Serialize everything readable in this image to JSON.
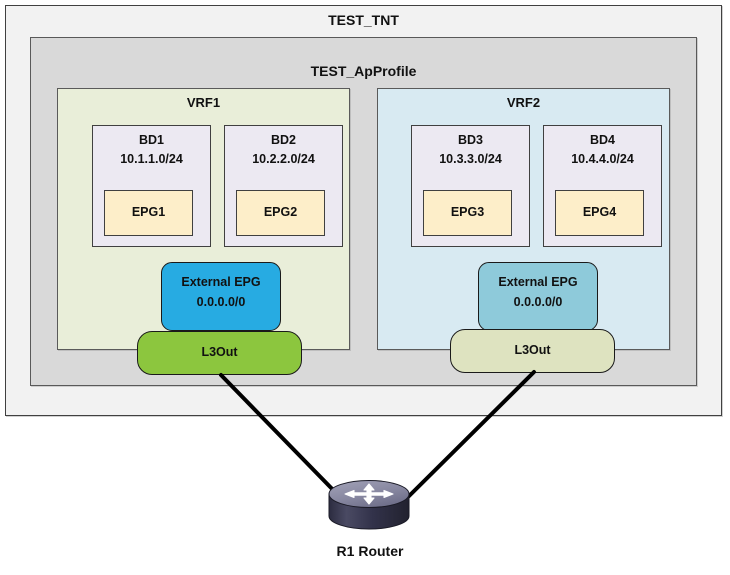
{
  "diagram": {
    "title": "TEST_TNT",
    "tenant": {
      "name": "TEST_TNT"
    },
    "app_profile": {
      "name": "TEST_ApProfile"
    },
    "colors": {
      "tenant_fill": "#f2f2f2",
      "app_profile_fill": "#d9d9d9",
      "vrf1_fill": "#e9eed9",
      "vrf2_fill": "#d8eaf2",
      "bd_fill": "#ece9f2",
      "epg_fill": "#fdeec9",
      "ext_epg1_fill": "#27abe2",
      "ext_epg2_fill": "#8ecada",
      "l3out1_fill": "#8cc63e",
      "l3out2_fill": "#dee3c0",
      "link_stroke": "#000000",
      "router_top": "#8a8aa0",
      "router_body": "#3b3b52"
    },
    "vrfs": [
      {
        "name": "VRF1",
        "bridge_domains": [
          {
            "name": "BD1",
            "subnet": "10.1.1.0/24",
            "epg": "EPG1"
          },
          {
            "name": "BD2",
            "subnet": "10.2.2.0/24",
            "epg": "EPG2"
          }
        ],
        "external_epg": {
          "name": "External EPG",
          "subnet": "0.0.0.0/0"
        },
        "l3out": {
          "name": "L3Out"
        }
      },
      {
        "name": "VRF2",
        "bridge_domains": [
          {
            "name": "BD3",
            "subnet": "10.3.3.0/24",
            "epg": "EPG3"
          },
          {
            "name": "BD4",
            "subnet": "10.4.4.0/24",
            "epg": "EPG4"
          }
        ],
        "external_epg": {
          "name": "External EPG",
          "subnet": "0.0.0.0/0"
        },
        "l3out": {
          "name": "L3Out"
        }
      }
    ],
    "router": {
      "label": "R1 Router",
      "icon": "router-icon"
    },
    "connections": [
      {
        "from": "L3Out (VRF1)",
        "to": "R1 Router"
      },
      {
        "from": "L3Out (VRF2)",
        "to": "R1 Router"
      }
    ]
  }
}
